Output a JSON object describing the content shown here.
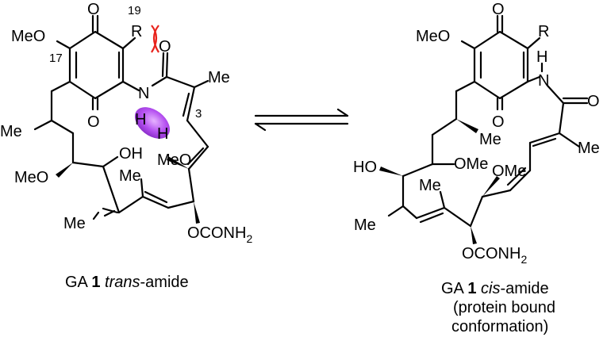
{
  "left": {
    "atoms": {
      "o_top": "O",
      "meo": "MeO",
      "r": "R",
      "o_amide": "O",
      "n": "N",
      "me_top": "Me",
      "o_bottom": "O",
      "h1": "H",
      "h2": "H",
      "me_chain": "Me",
      "oh": "OH",
      "meo_c6": "MeO",
      "meo_c11": "MeO",
      "me_c8": "Me",
      "me_c10": "Me",
      "ocon": "OCONH",
      "ocon_sub": "2"
    },
    "numbers": {
      "n19": "19",
      "n17": "17",
      "n3": "3"
    },
    "caption": {
      "pre": "GA ",
      "bold": "1",
      "italic": "trans",
      "post": "-amide"
    }
  },
  "right": {
    "atoms": {
      "o_top": "O",
      "meo": "MeO",
      "r": "R",
      "h": "H",
      "n": "N",
      "o_amide": "O",
      "o_bottom": "O",
      "me_chain": "Me",
      "me_side": "Me",
      "ho": "HO",
      "ome1": "OMe",
      "ome2": "OMe",
      "me_c8": "Me",
      "me_c10": "Me",
      "ocon": "OCONH",
      "ocon_sub": "2"
    },
    "caption": {
      "line1_pre": "GA ",
      "line1_bold": "1",
      "line1_italic": "cis",
      "line1_post": "-amide",
      "line2": "(protein bound",
      "line3": "conformation)"
    }
  },
  "colors": {
    "clash": "#e8231c",
    "highlight": "#b44ff0"
  }
}
